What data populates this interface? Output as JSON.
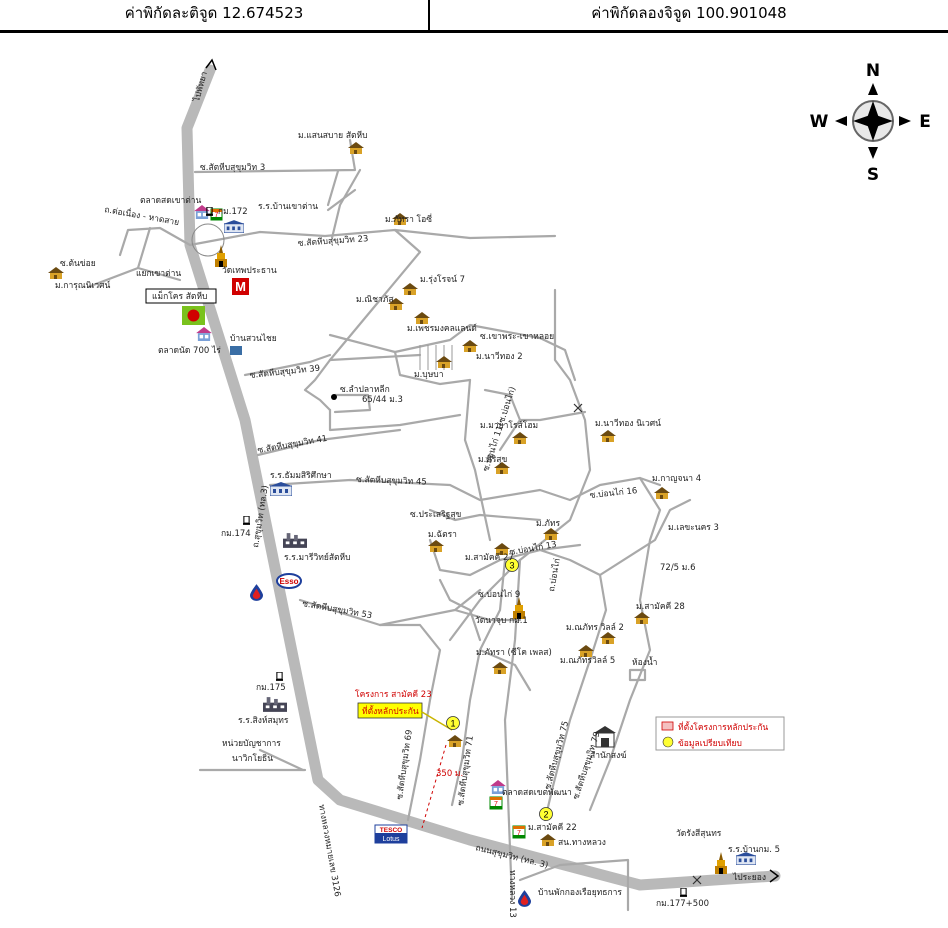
{
  "header": {
    "latitude": "ค่าพิกัดละติจูด 12.674523",
    "longitude": "ค่าพิกัดลองจิจูด 100.901048"
  },
  "compass": {
    "n": "N",
    "s": "S",
    "e": "E",
    "w": "W"
  },
  "roads": {
    "main_north": "ไปพัทยา",
    "sukhumvit_vertical": "ถ.สุขุมวิท (ทล.3)",
    "sukhumvit_horizontal": "ถนนสุขุมวิท (ทล. 3)",
    "to_rayong": "ไประยอง",
    "route_3126": "ทางหลวงหมายเลข 3126",
    "hwy_13": "ทางหลวง 13",
    "soi_ban_khao": "ถ.ต่อเนื่อง - หาดสาย",
    "soi3": "ซ.สัตหีบสุขุมวิท 3",
    "soi23": "ซ.สัตหีบสุขุมวิท 23",
    "soi39": "ซ.สัตหีบสุขุมวิท 39",
    "soi41": "ซ.สัตหีบสุขุมวิท 41",
    "soi45": "ซ.สัตหีบสุขุมวิท 45",
    "soi53": "ซ.สัตหีบสุขุมวิท 53",
    "soi69": "ซ.สัตหีบสุขุมวิท 69",
    "soi71": "ซ.สัตหีบสุขุมวิท 71",
    "soi75": "ซ.สัตหีบสุขุมวิท 75",
    "soi79": "ซ.สัตหีบสุขุมวิท 79",
    "soi_bonpai11": "ซ.บ่อนไก่ 11(ซ.บ่อนไก่)",
    "soi_bonpai13": "ซ.บ่อนไก่ 13",
    "soi_bonpai16": "ซ.บ่อนไก่ 16",
    "soi_bonpai9": "ซ.บ่อนไก่ 9",
    "bonpai_road": "ถ.บ่อนไก่",
    "soi_prachachon": "ซ.ประเสริฐสุข",
    "soi_khaopra": "ซ.เขาพระ-เขาหลอย",
    "soi_khon": "ซ.ต้นข่อย",
    "soi_naklua": "ซ.ลำปลาหลีก"
  },
  "places": {
    "m_saensabai": "ม.แสนสบาย สัตหีบ",
    "talad_khaotan": "ตลาดสดเขาต่าน",
    "km172": "กม.172",
    "school_khaotan": "ร.ร.บ้านเขาต่าน",
    "m_pattaya_ocean": "ม.ภัทรา โอซี่",
    "m_pattaya_city": "ม.รุ่งโรจน์ 7",
    "m_karun": "ม.การุณนิเวศน์",
    "khaeng_khaotan": "แยกเขาต่าน",
    "wat_thep": "วัดเทพประธาน",
    "makro": "แม็กโคร สัตหีบ",
    "talad_700": "ตลาดนัด 700 ไร่",
    "ban_suanlai": "บ้านสวนไชย",
    "m_manira": "ม.ณิชาภัส",
    "m_phetmongkol": "ม.เพชรมงคลแลนด์",
    "m_nawi2": "ม.นาวีทอง 2",
    "m_bubpha": "ม.บุษบา",
    "addr_65": "65/44 ม.3",
    "m_navee": "ม.นาวีทอง นิเวศน์",
    "m_mayaroy": "ม.มายาโรส์โฮม",
    "m_sirisuk": "ม.ศิริสุข",
    "school_thammasat": "ร.ร.ธัมมสิริศึกษา",
    "m_kanchana": "ม.กาญจนา 4",
    "m_khanaphak": "ม.ภัทร",
    "m_lekhanakorn": "ม.เลขะนคร 3",
    "m_chatra": "ม.ฉัตรา",
    "m_samalee27": "ม.สามัคคี 27",
    "addr_72": "72/5 ม.6",
    "km174": "กม.174",
    "school_maree": "ร.ร.มารีวิทย์สัตหีบ",
    "wat_nayao": "วัดนาจุบ กม.1",
    "m_samakkee28": "ม.สามัคคี 28",
    "m_nanthana2": "ม.ณภัทร วิลล์ 2",
    "m_nanthana5": "ม.ณภัทรวิลล์ 5",
    "m_phatra_pl": "ม.ภัทรา (ซีโค เพลส)",
    "hong_naam": "ห้องน้ำ",
    "km175": "กม.175",
    "school_sing": "ร.ร.สิงห์สมุทร",
    "naval_unit": "หน่วยบัญชาการ",
    "naval_unit2": "นาวิกโยธิน",
    "project_name": "โครงการ สามัคคี 23",
    "project_location": "ที่ตั้งหลักประกัน",
    "distance": "350 ม.",
    "talad_sathahip": "ตลาดสดเขตพัฒนา",
    "m_samakkee22": "ม.สามัคคี 22",
    "sala_nakhon": "สำนักสงฆ์",
    "wat_saensuk": "วัดรังสีสุนทร",
    "school_km5": "ร.ร.บ้านกม. 5",
    "thahan": "สน.ทางหลวง",
    "ban_phak": "บ้านพักกองเรือยุทธการ",
    "km177": "กม.177+500"
  },
  "markers": {
    "m1": "1",
    "m2": "2",
    "m3": "3"
  },
  "legend": {
    "collateral": "ที่ตั้งโครงการหลักประกัน",
    "comparison": "ข้อมูลเปรียบเทียบ"
  },
  "brands": {
    "tesco": "TESCO",
    "lotus": "Lotus",
    "esso": "Esso",
    "seven": "7"
  },
  "colors": {
    "main_road": "#b9b9b9",
    "road": "#a9a9a9",
    "house": "#d9a227",
    "house_roof": "#6b4a10",
    "marker": "#ffff33",
    "highlight": "#ffff00",
    "red_text": "#d00000"
  }
}
